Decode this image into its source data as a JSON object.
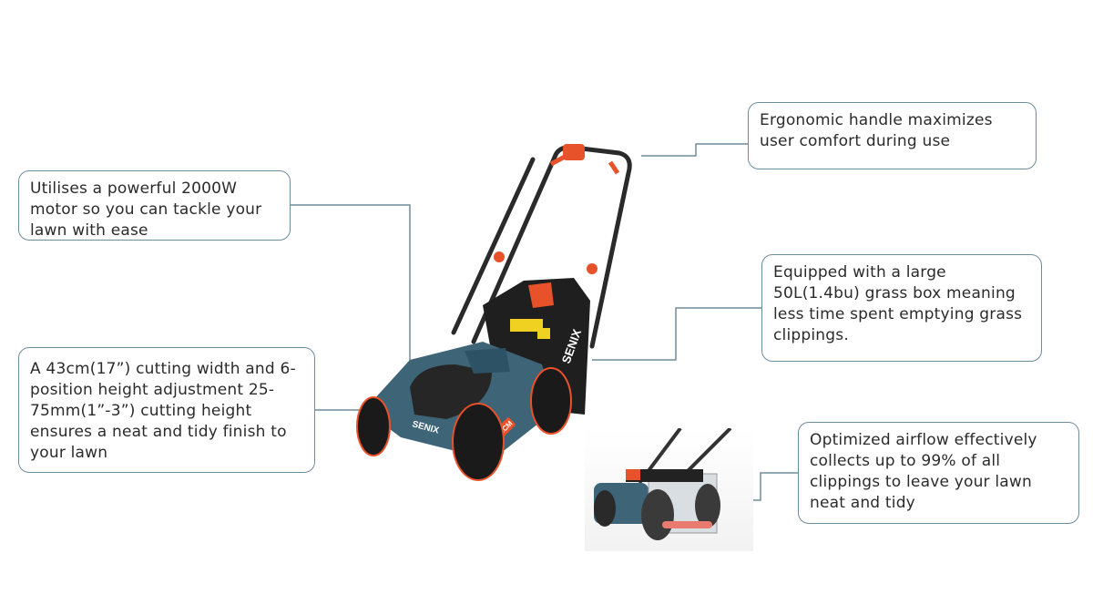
{
  "callouts": {
    "handle": "Ergonomic handle maximizes user comfort during use",
    "motor": "Utilises a powerful 2000W motor so you can tackle your lawn with ease",
    "cutting": "A 43cm(17”) cutting width and 6-position height adjustment 25-75mm(1”-3”) cutting height ensures a neat and tidy finish to your lawn",
    "grassbox": "Equipped with a large 50L(1.4bu) grass box meaning less time spent emptying grass clippings.",
    "airflow": "Optimized airflow effectively collects up to 99% of all clippings to leave your lawn neat and tidy"
  },
  "product": {
    "brand": "SENIX",
    "deck_label": "43CM"
  },
  "colors": {
    "line": "#6e8b99",
    "deck_blue": "#3e6478",
    "accent_orange": "#e8522a",
    "body_black": "#1e1e1e"
  }
}
